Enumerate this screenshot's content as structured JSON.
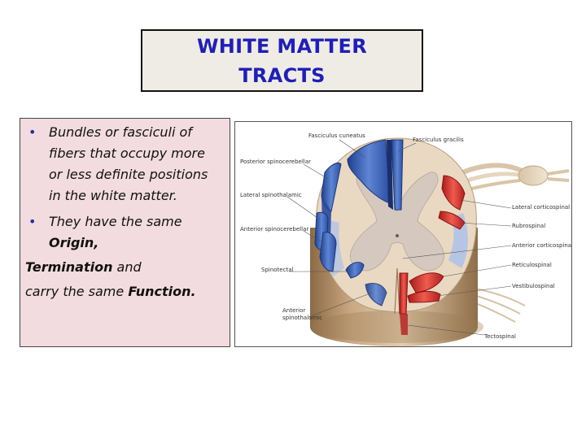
{
  "slide": {
    "title_line1": "WHITE MATTER",
    "title_line2": "TRACTS",
    "bullets": {
      "b1_line1": "Bundles or fasciculi of",
      "b1_line2": "fibers that occupy more",
      "b1_line3": "or less definite positions",
      "b1_line4": "in the white matter.",
      "b2_line1": "They have the same",
      "b2_origin": "Origin,",
      "termination": "Termination",
      "and": " and",
      "carry": "carry the same ",
      "function": "Function."
    },
    "bullet_symbol": "•"
  },
  "figure": {
    "labels": {
      "fasciculus_cuneatus": "Fasciculus cuneatus",
      "fasciculus_gracilis": "Fasciculus gracilis",
      "posterior_spinocerebellar": "Posterior spinocerebellar",
      "lateral_spinothalamic": "Lateral spinothalamic",
      "anterior_spinocerebellar": "Anterior spinocerebellar",
      "spinotectal": "Spinotectal",
      "anterior_spinothalamic_1": "Anterior",
      "anterior_spinothalamic_2": "spinothalamic",
      "lateral_corticospinal": "Lateral corticospinal",
      "rubrospinal": "Rubrospinal",
      "anterior_corticospinal": "Anterior corticospinal",
      "reticulospinal": "Reticulospinal",
      "vestibulospinal": "Vestibulospinal",
      "tectospinal": "Tectospinal"
    },
    "colors": {
      "ascending": "#3b64b5",
      "descending": "#cf2a2a",
      "white_matter": "#e8d6bf",
      "gray_matter": "#d2c6bd",
      "cylinder_side": "#c9a983"
    }
  }
}
